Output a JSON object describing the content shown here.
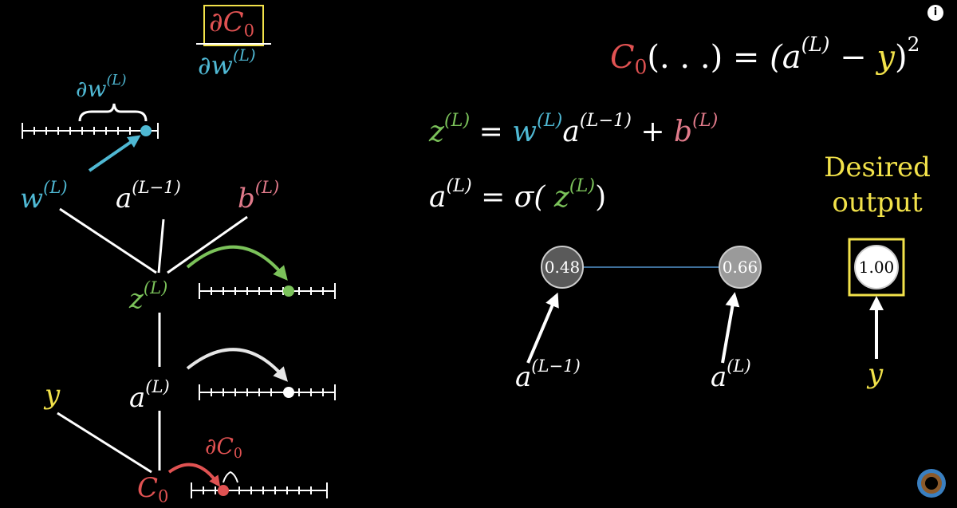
{
  "info_button": {
    "label": "i"
  },
  "header_fraction": {
    "numerator": "∂C",
    "numerator_sub": "0",
    "denominator": "∂w",
    "denominator_sup": "(L)"
  },
  "equations": {
    "cost": {
      "lhs": "C",
      "lhs_sub": "0",
      "args": "(. . .)",
      "eq": "=",
      "rhs_open": "(a",
      "rhs_sup": "(L)",
      "minus": "−",
      "y": "y",
      "rhs_close": ")",
      "power": "2"
    },
    "z": {
      "lhs": "z",
      "lhs_sup": "(L)",
      "eq": "=",
      "w": "w",
      "w_sup": "(L)",
      "a": "a",
      "a_sup": "(L−1)",
      "plus": "+",
      "b": "b",
      "b_sup": "(L)"
    },
    "a": {
      "lhs": "a",
      "lhs_sup": "(L)",
      "eq": "=",
      "sigma": "σ(",
      "z": "z",
      "z_sup": "(L)",
      "close": ")"
    }
  },
  "tree": {
    "dw_label": "∂w",
    "dw_sup": "(L)",
    "w": "w",
    "w_sup": "(L)",
    "a_prev": "a",
    "a_prev_sup": "(L−1)",
    "b": "b",
    "b_sup": "(L)",
    "z": "z",
    "z_sup": "(L)",
    "a": "a",
    "a_sup": "(L)",
    "y": "y",
    "c": "C",
    "c_sub": "0",
    "dc_label": "∂C",
    "dc_sub": "0"
  },
  "network": {
    "node_left": "0.48",
    "node_right": "0.66",
    "target": "1.00",
    "label_left": "a",
    "label_left_sup": "(L−1)",
    "label_right": "a",
    "label_right_sup": "(L)",
    "label_y": "y"
  },
  "desired_output": {
    "line1": "Desired",
    "line2": "output"
  },
  "colors": {
    "red": "#e05252",
    "blue": "#4fb8d3",
    "green": "#7bc25a",
    "pink": "#e07a8a",
    "yellow": "#f2e24a",
    "white": "#ffffff"
  }
}
